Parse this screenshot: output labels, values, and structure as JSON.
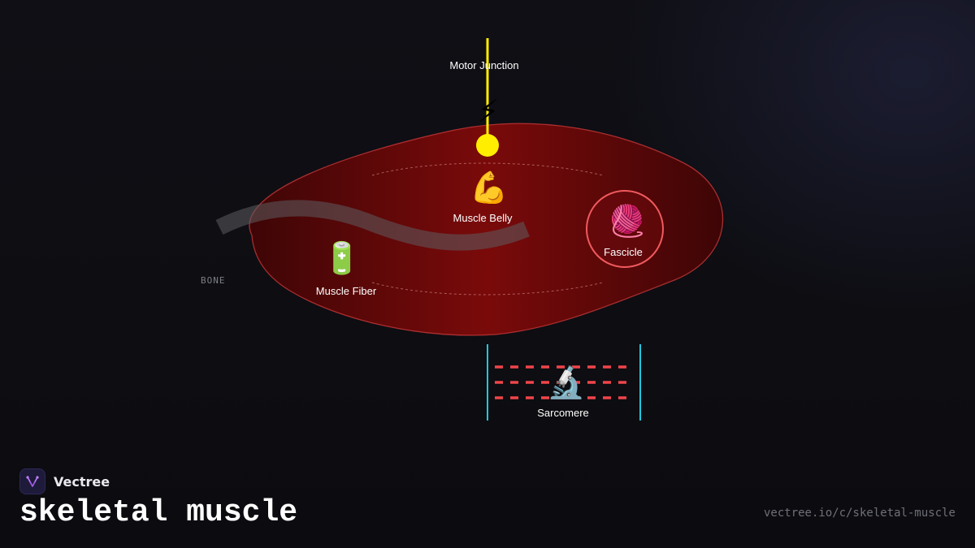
{
  "diagram": {
    "labels": {
      "motor_junction": "Motor Junction",
      "muscle_belly": "Muscle Belly",
      "muscle_fiber": "Muscle Fiber",
      "fascicle": "Fascicle",
      "sarcomere": "Sarcomere",
      "bone": "BONE"
    },
    "icons": {
      "motor_junction": "⚡",
      "muscle_belly": "💪",
      "muscle_fiber": "🔋",
      "fascicle": "🧶",
      "sarcomere": "🔬"
    },
    "colors": {
      "muscle_fill": "#7a0a0a",
      "muscle_outline": "#c8383a",
      "nerve": "#ffee00",
      "fascicle_ring": "#f05a5e",
      "sarcomere_bands": "#f0454a",
      "z_lines": "#1ec8e0",
      "bone": "#5c5c60"
    }
  },
  "brand": {
    "name": "Vectree",
    "title": "skeletal muscle",
    "url": "vectree.io/c/skeletal-muscle"
  }
}
